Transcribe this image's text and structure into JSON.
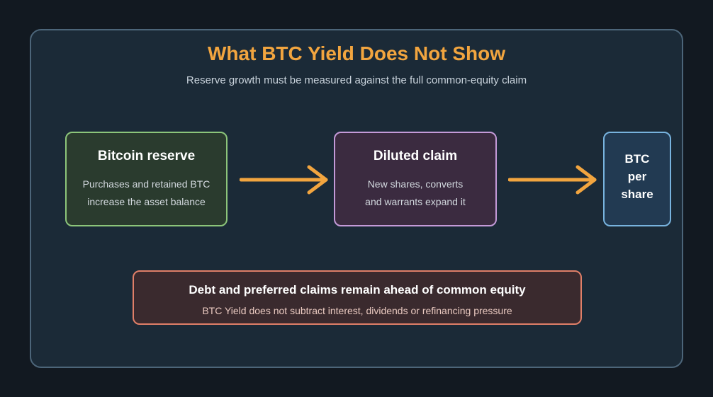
{
  "header": {
    "title": "What BTC Yield Does Not Show",
    "subtitle": "Reserve growth must be measured against the full common-equity claim"
  },
  "flow": {
    "reserve": {
      "title": "Bitcoin reserve",
      "line1": "Purchases and retained BTC",
      "line2": "increase the asset balance"
    },
    "diluted": {
      "title": "Diluted claim",
      "line1": "New shares, converts",
      "line2": "and warrants expand it"
    },
    "btc_per_share": {
      "line1": "BTC",
      "line2": "per",
      "line3": "share"
    }
  },
  "note": {
    "title": "Debt and preferred claims remain ahead of common equity",
    "body": "BTC Yield does not subtract interest, dividends or refinancing pressure"
  },
  "colors": {
    "accent": "#f2a53f",
    "reserve_border": "#8cc57a",
    "diluted_border": "#c49ad8",
    "btc_border": "#78b3de",
    "debt_border": "#e07f68"
  }
}
